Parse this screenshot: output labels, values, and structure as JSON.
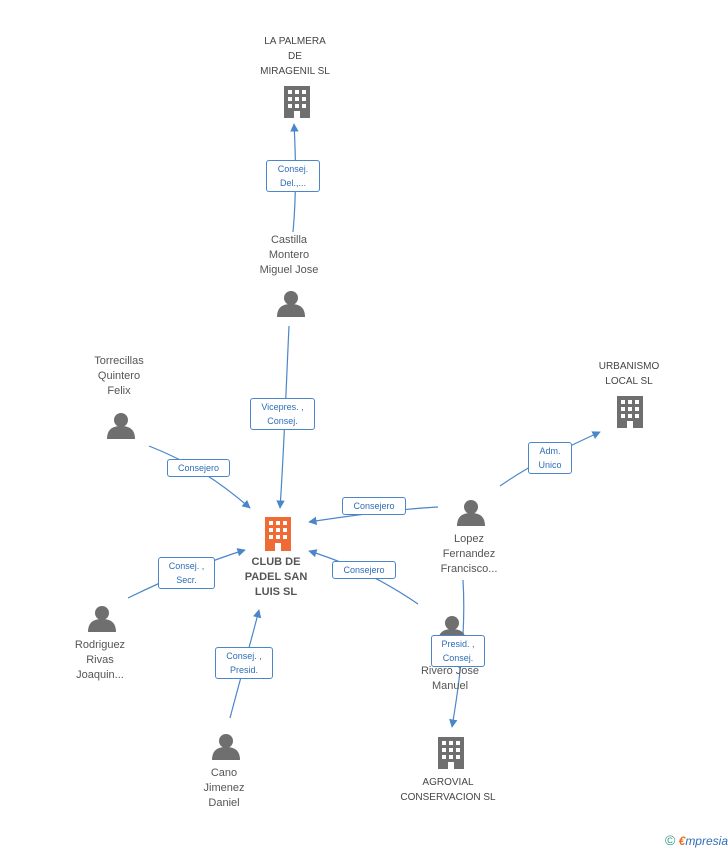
{
  "colors": {
    "edge": "#4a86c8",
    "icon": "#6f6f6f",
    "center_icon": "#f06a35"
  },
  "center": {
    "lines": [
      "CLUB DE",
      "PADEL SAN",
      "LUIS SL"
    ],
    "icon": "building-icon"
  },
  "companies": {
    "palmera": {
      "lines": [
        "LA PALMERA",
        "DE",
        "MIRAGENIL SL"
      ],
      "icon": "building-icon"
    },
    "urbanismo": {
      "lines": [
        "URBANISMO",
        "LOCAL SL"
      ],
      "icon": "building-icon"
    },
    "agrovial": {
      "lines": [
        "AGROVIAL",
        "CONSERVACION SL"
      ],
      "icon": "building-icon"
    }
  },
  "people": {
    "castilla": {
      "lines": [
        "Castilla",
        "Montero",
        "Miguel Jose"
      ],
      "icon": "person-icon"
    },
    "torrecillas": {
      "lines": [
        "Torrecillas",
        "Quintero",
        "Felix"
      ],
      "icon": "person-icon"
    },
    "lopez": {
      "lines": [
        "Lopez",
        "Fernandez",
        "Francisco..."
      ],
      "icon": "person-icon"
    },
    "rodriguez": {
      "lines": [
        "Rodriguez",
        "Rivas",
        "Joaquin..."
      ],
      "icon": "person-icon"
    },
    "rivero": {
      "lines": [
        "Rivero Jose",
        "Manuel"
      ],
      "icon": "person-icon"
    },
    "cano": {
      "lines": [
        "Cano",
        "Jimenez",
        "Daniel"
      ],
      "icon": "person-icon"
    }
  },
  "edges": {
    "castilla_palmera": [
      "Consej.",
      "Del.,..."
    ],
    "castilla_center": [
      "Vicepres. ,",
      "Consej."
    ],
    "torrecillas_center": [
      "Consejero"
    ],
    "lopez_urbanismo": [
      "Adm.",
      "Unico"
    ],
    "lopez_center": [
      "Consejero"
    ],
    "rodriguez_center": [
      "Consej. ,",
      "Secr."
    ],
    "rivero_center": [
      "Consejero"
    ],
    "lopez_agrovial": [
      "Presid. ,",
      "Consej."
    ],
    "cano_center": [
      "Consej. ,",
      "Presid."
    ]
  },
  "footer": {
    "copyright": "©",
    "brand_first": "€",
    "brand_rest": "mpresia"
  }
}
